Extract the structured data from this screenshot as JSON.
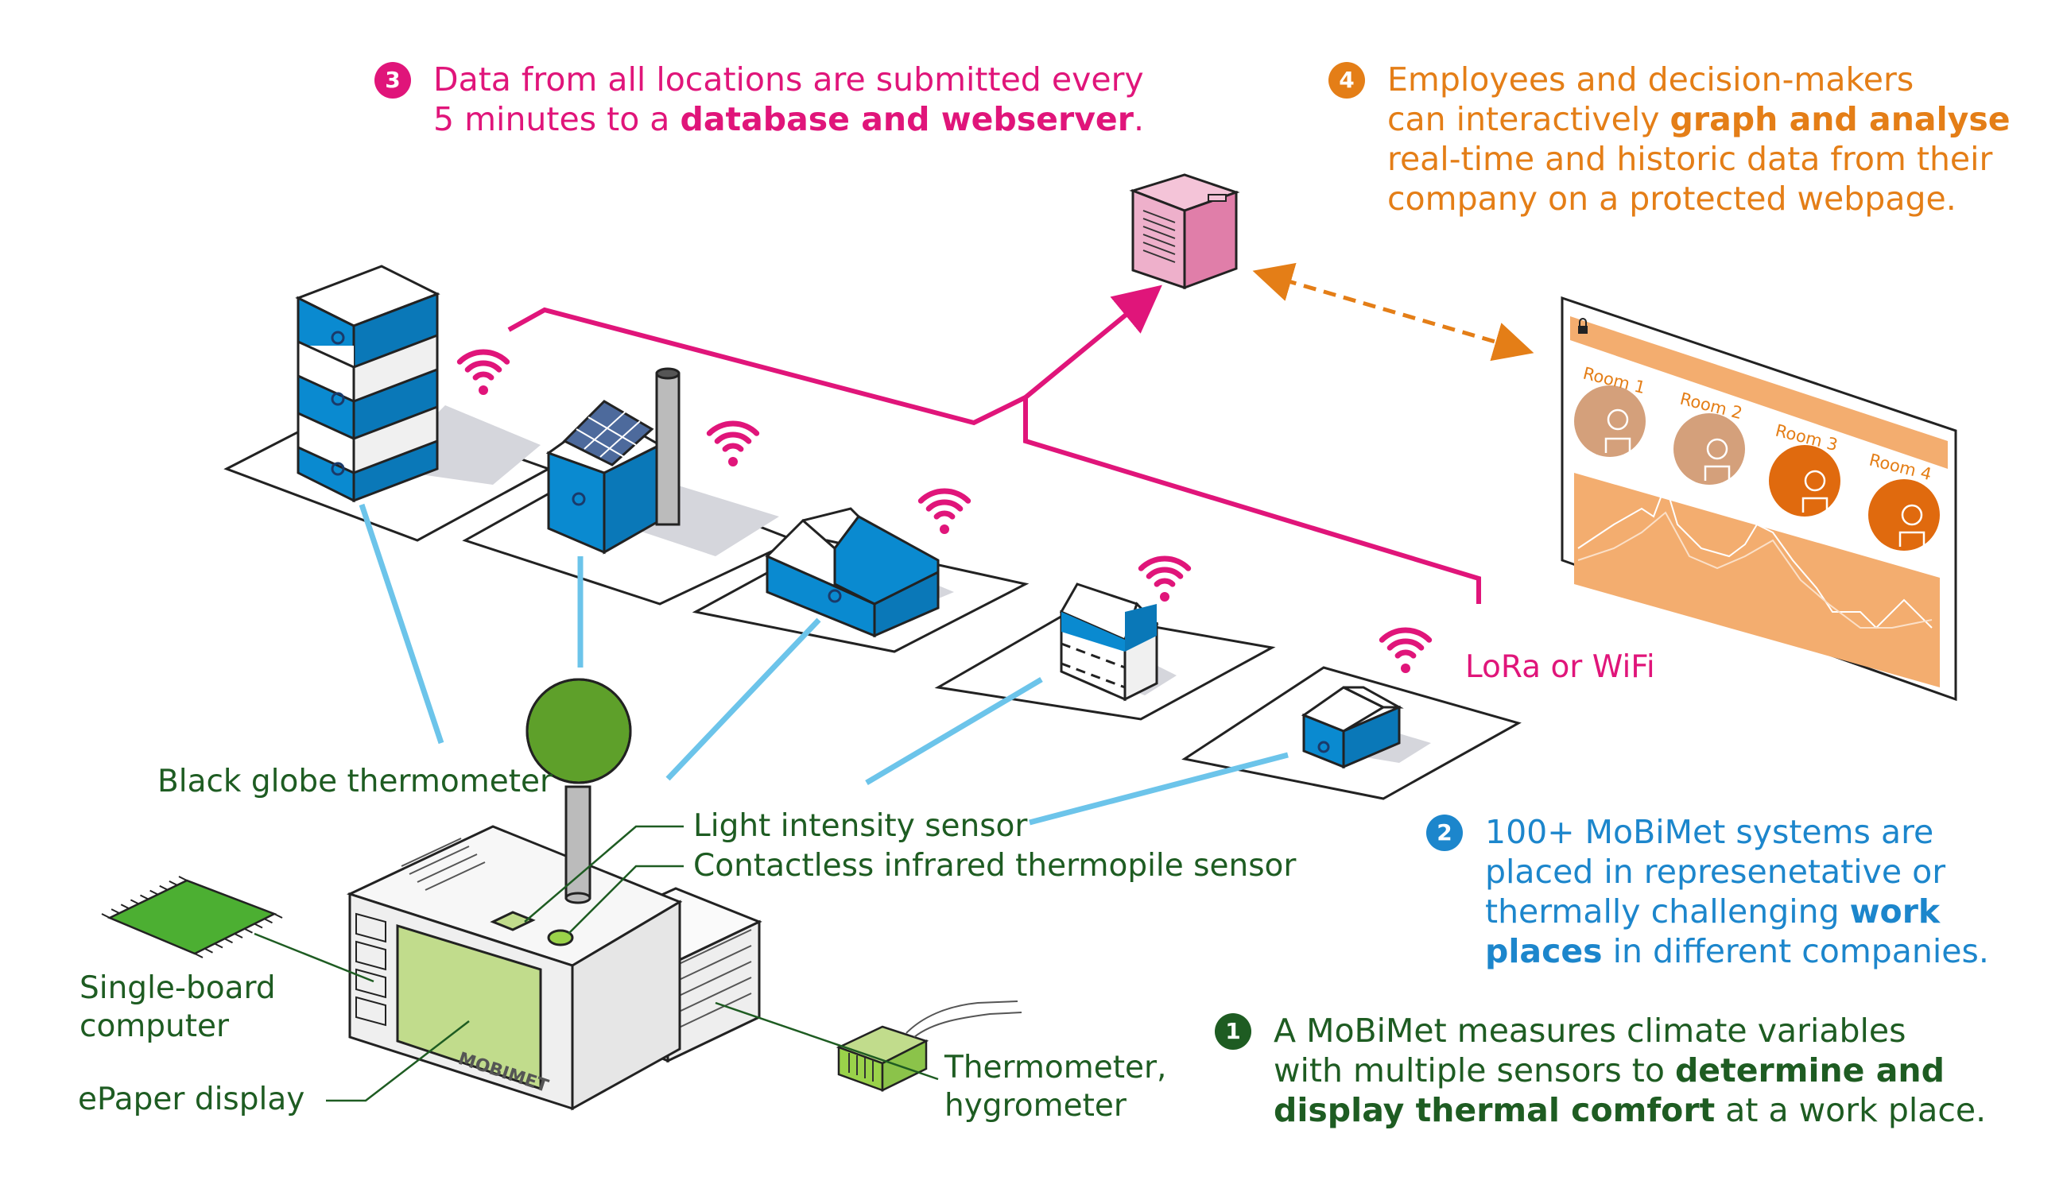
{
  "colors": {
    "pink": "#e0157a",
    "orange": "#e47e17",
    "blue": "#1c86cc",
    "green": "#1e5c22",
    "sky": "#6cc4ea",
    "building_blue": "#0a8ad0"
  },
  "steps": {
    "step1": {
      "number": "1",
      "pre": "A MoBiMet measures climate variables",
      "line2a": "with multiple sensors to ",
      "bold1": "determine and",
      "bold2": "display thermal comfort",
      "post": " at a work place."
    },
    "step2": {
      "number": "2",
      "line1": "100+ MoBiMet systems are",
      "line2": "placed in represenetative or",
      "line3a": "thermally challenging ",
      "bold1": "work",
      "bold2": "places",
      "post": " in different companies."
    },
    "step3": {
      "number": "3",
      "line1": "Data from all locations are submitted every",
      "line2a": "5 minutes to a ",
      "bold": "database and webserver",
      "post": "."
    },
    "step4": {
      "number": "4",
      "line1": "Employees and decision-makers",
      "line2a": "can interactively ",
      "bold": "graph and analyse",
      "line3": "real-time and historic data from their",
      "line4": "company on a protected webpage."
    }
  },
  "labels": {
    "globe": "Black globe thermometer",
    "light": "Light intensity sensor",
    "infrared": "Contactless infrared thermopile sensor",
    "board_line1": "Single-board",
    "board_line2": "computer",
    "epaper": "ePaper display",
    "thermo_line1": "Thermometer,",
    "thermo_line2": "hygrometer",
    "network": "LoRa or WiFi",
    "device_brand": "MOBIMET"
  },
  "dashboard": {
    "rooms": [
      "Room 1",
      "Room 2",
      "Room 3",
      "Room 4"
    ]
  },
  "icons": [
    "wifi-icon",
    "lock-icon",
    "server-icon",
    "chip-icon",
    "sensor-icon",
    "person-icon"
  ]
}
